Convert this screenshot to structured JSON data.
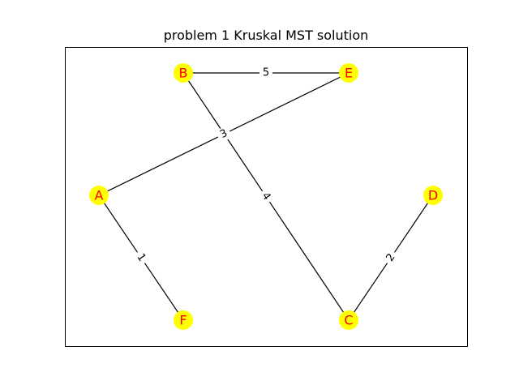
{
  "title": "problem 1 Kruskal MST solution",
  "colors": {
    "node_fill": "#ffff00",
    "node_label": "#ff0000",
    "edge": "#000000",
    "frame": "#000000",
    "label_background": "#ffffff"
  },
  "nodes": [
    {
      "id": "B",
      "label": "B"
    },
    {
      "id": "E",
      "label": "E"
    },
    {
      "id": "A",
      "label": "A"
    },
    {
      "id": "D",
      "label": "D"
    },
    {
      "id": "F",
      "label": "F"
    },
    {
      "id": "C",
      "label": "C"
    }
  ],
  "edges": [
    {
      "from": "B",
      "to": "E",
      "weight": "5"
    },
    {
      "from": "A",
      "to": "E",
      "weight": "3"
    },
    {
      "from": "B",
      "to": "C",
      "weight": "4"
    },
    {
      "from": "A",
      "to": "F",
      "weight": "1"
    },
    {
      "from": "D",
      "to": "C",
      "weight": "2"
    }
  ]
}
